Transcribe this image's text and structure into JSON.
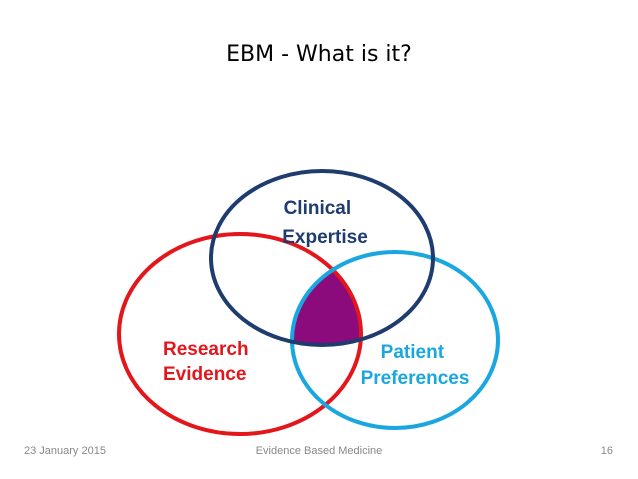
{
  "slide": {
    "title": "EBM - What is it?"
  },
  "venn": {
    "circles": [
      {
        "id": "clinical",
        "label_lines": [
          "Clinical",
          "Expertise"
        ],
        "color": "#1f3c6e"
      },
      {
        "id": "research",
        "label_lines": [
          "Research",
          "Evidence"
        ],
        "color": "#e3161c"
      },
      {
        "id": "patient",
        "label_lines": [
          "Patient",
          "Preferences"
        ],
        "color": "#1aa7e0"
      }
    ],
    "intersection_color": "#8b0a7c"
  },
  "footer": {
    "date": "23 January 2015",
    "center": "Evidence Based Medicine",
    "page": "16"
  }
}
